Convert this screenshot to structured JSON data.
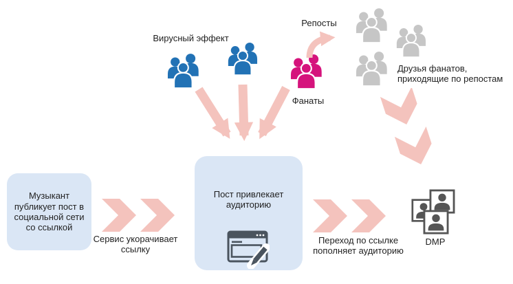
{
  "diagram": {
    "viral_effect_label": "Вирусный эффект",
    "reposts_label": "Репосты",
    "fans_label": "Фанаты",
    "fan_friends": {
      "line1": "Друзья фанатов,",
      "line2": "приходящие по репостам"
    },
    "musician_box": {
      "line1": "Музыкант",
      "line2": "публикует пост в",
      "line3": "социальной сети",
      "line4": "со ссылкой"
    },
    "service_label": {
      "line1": "Сервис укорачивает",
      "line2": "ссылку"
    },
    "post_box": {
      "line1": "Пост привлекает",
      "line2": "аудиторию"
    },
    "redirect_label": {
      "line1": "Переход по ссылке",
      "line2": "пополняет аудиторию"
    },
    "dmp_label": "DMP",
    "colors": {
      "box_fill": "#dae6f5",
      "arrow_pink": "#f4c3bd",
      "people_blue": "#2272b5",
      "people_magenta": "#d5137c",
      "people_gray": "#c6c6c6",
      "icon_dark": "#4a545e",
      "dmp_icon": "#555555",
      "text": "#1f1f1f"
    }
  }
}
